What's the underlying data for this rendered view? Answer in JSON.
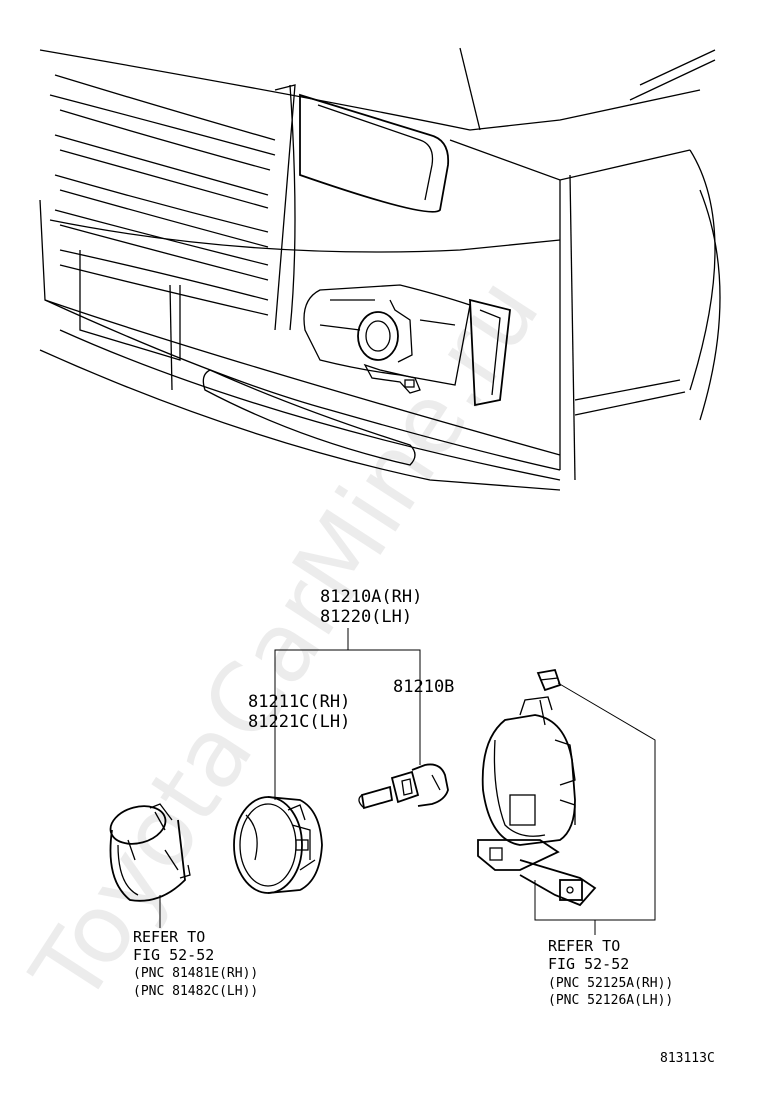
{
  "watermark": "ToyotaCarMine.ru",
  "figure_number": "813113C",
  "callouts": {
    "fog_lamp_assy": {
      "line1": "81210A(RH)",
      "line2": "81220(LH)"
    },
    "lamp_unit": {
      "line1": "81211C(RH)",
      "line2": "81221C(LH)"
    },
    "bulb": {
      "label": "81210B"
    },
    "cover_ref": {
      "line1": "REFER TO",
      "line2": "FIG 52-52",
      "line3": "(PNC 81481E(RH))",
      "line4": "(PNC 81482C(LH))"
    },
    "bracket_ref": {
      "line1": "REFER TO",
      "line2": "FIG 52-52",
      "line3": "(PNC 52125A(RH))",
      "line4": "(PNC 52126A(LH))"
    }
  }
}
